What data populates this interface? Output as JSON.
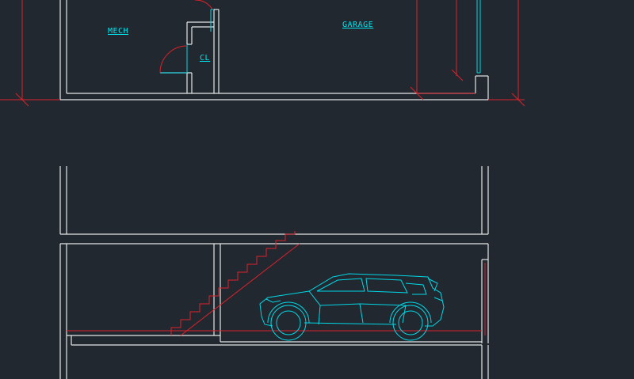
{
  "plan": {
    "rooms": [
      {
        "id": "mech",
        "label": "MECH"
      },
      {
        "id": "garage",
        "label": "GARAGE"
      },
      {
        "id": "closet",
        "label": "CL"
      }
    ]
  },
  "colors": {
    "background": "#212830",
    "walls": "#e6e6e6",
    "dimensions": "#e0202a",
    "doors_and_vehicle": "#00d8e6"
  }
}
